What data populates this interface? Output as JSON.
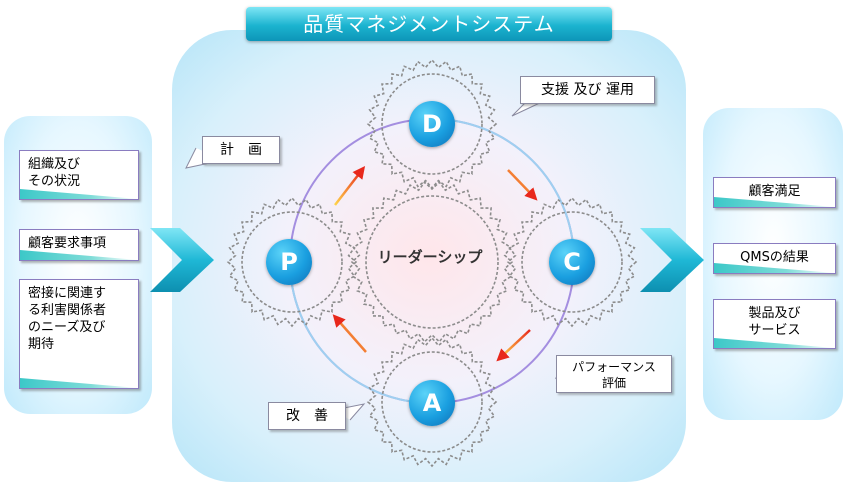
{
  "title": "品質マネジメントシステム",
  "inputs": [
    "組織及び\nその状況",
    "顧客要求事項",
    "密接に関連す\nる利害関係者\nのニーズ及び\n期待"
  ],
  "outputs": [
    "顧客満足",
    "QMSの結果",
    "製品及び\nサービス"
  ],
  "cycle": {
    "plan": "P",
    "do": "D",
    "check": "C",
    "act": "A",
    "center": "リーダーシップ"
  },
  "callouts": {
    "plan": "計　画",
    "support": "支援 及び 運用",
    "performance": "パフォーマンス\n評価",
    "improvement": "改　善"
  },
  "colors": {
    "title_bar": "#1bb3cf",
    "node": "#1a9fe0",
    "chevron": "#1fb8d6",
    "gear": "#9a9a9a"
  }
}
